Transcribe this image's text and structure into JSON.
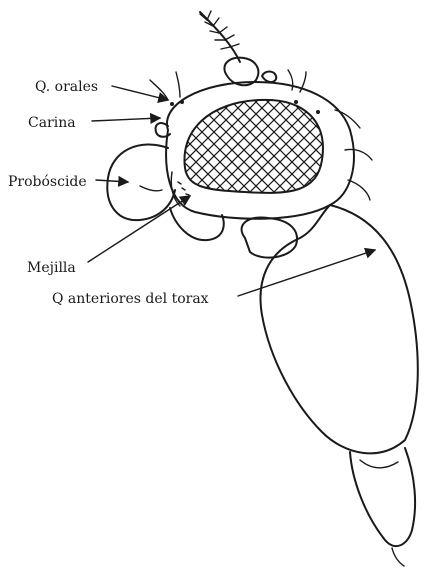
{
  "figure": {
    "labels": {
      "q_orales": "Q. orales",
      "carina": "Carina",
      "proboscide": "Probóscide",
      "mejilla": "Mejilla",
      "q_anteriores_torax": "Q  anteriores del torax"
    }
  }
}
